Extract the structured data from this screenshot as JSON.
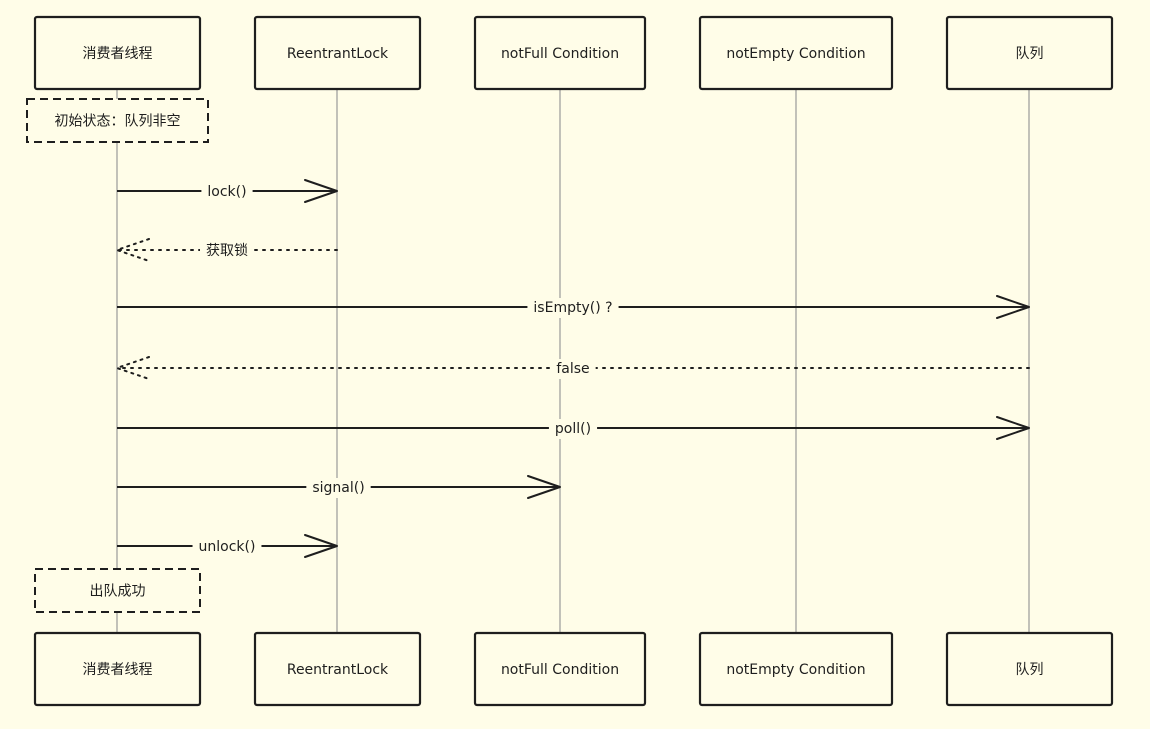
{
  "colors": {
    "background": "#fffde8",
    "ink": "#1e1e1e",
    "lifeline": "#9a9a9a"
  },
  "participants": [
    {
      "key": "consumer",
      "label": "消费者线程"
    },
    {
      "key": "lock",
      "label": "ReentrantLock"
    },
    {
      "key": "notFull",
      "label": "notFull Condition"
    },
    {
      "key": "notEmpty",
      "label": "notEmpty Condition"
    },
    {
      "key": "queue",
      "label": "队列"
    }
  ],
  "notes": [
    {
      "key": "initial",
      "text": "初始状态：队列非空"
    },
    {
      "key": "success",
      "text": "出队成功"
    }
  ],
  "messages": [
    {
      "from": "consumer",
      "to": "lock",
      "label": "lock()",
      "style": "solid"
    },
    {
      "from": "lock",
      "to": "consumer",
      "label": "获取锁",
      "style": "dotted"
    },
    {
      "from": "consumer",
      "to": "queue",
      "label": "isEmpty() ?",
      "style": "solid"
    },
    {
      "from": "queue",
      "to": "consumer",
      "label": "false",
      "style": "dotted"
    },
    {
      "from": "consumer",
      "to": "queue",
      "label": "poll()",
      "style": "solid"
    },
    {
      "from": "consumer",
      "to": "notFull",
      "label": "signal()",
      "style": "solid"
    },
    {
      "from": "consumer",
      "to": "lock",
      "label": "unlock()",
      "style": "solid"
    }
  ]
}
